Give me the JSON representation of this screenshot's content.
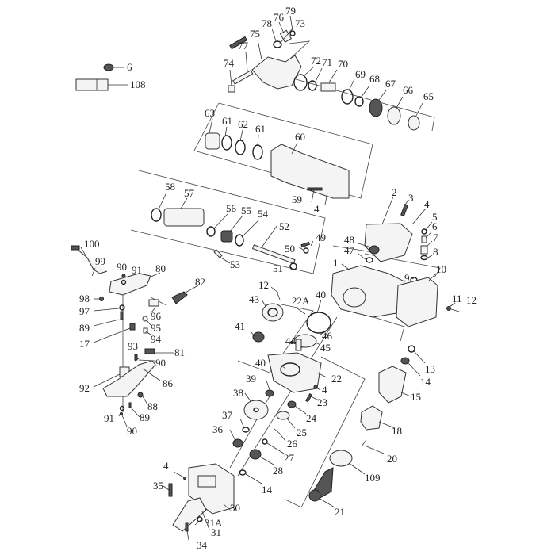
{
  "diagram": {
    "title": "Demolition Hammer Exploded Parts Diagram",
    "colors": {
      "line": "#333333",
      "background": "#ffffff",
      "part_fill": "#f4f4f4"
    },
    "groups": [
      {
        "id": "cylinder-head",
        "parts": [
          "73",
          "74",
          "75",
          "76",
          "77",
          "78",
          "79"
        ]
      },
      {
        "id": "tool-holder",
        "parts": [
          "65",
          "66",
          "67",
          "68",
          "69",
          "70",
          "71",
          "72"
        ]
      },
      {
        "id": "cylinder-housing",
        "parts": [
          "59",
          "60",
          "61",
          "62",
          "63"
        ]
      },
      {
        "id": "piston-assembly",
        "parts": [
          "50",
          "51",
          "52",
          "53",
          "54",
          "55",
          "56",
          "57",
          "58"
        ]
      },
      {
        "id": "gearbox",
        "parts": [
          "1",
          "2",
          "3",
          "4",
          "5",
          "6",
          "7",
          "8",
          "9",
          "10",
          "11",
          "12",
          "47",
          "48"
        ]
      },
      {
        "id": "gear-train",
        "parts": [
          "12",
          "22A",
          "40",
          "41",
          "43",
          "44",
          "45",
          "46"
        ]
      },
      {
        "id": "switch-handle",
        "parts": [
          "17",
          "80",
          "82",
          "89",
          "90",
          "91",
          "94",
          "95",
          "96",
          "97",
          "98",
          "99",
          "100"
        ]
      },
      {
        "id": "rear-handle",
        "parts": [
          "81",
          "86",
          "88",
          "89",
          "90",
          "91",
          "92",
          "93"
        ]
      },
      {
        "id": "motor",
        "parts": [
          "13",
          "14",
          "15",
          "18",
          "20",
          "21",
          "109"
        ]
      },
      {
        "id": "middle-cover",
        "parts": [
          "4",
          "22",
          "23",
          "24",
          "25",
          "26",
          "27",
          "28",
          "36",
          "37",
          "38",
          "39",
          "40"
        ]
      },
      {
        "id": "side-handle",
        "parts": [
          "4",
          "14",
          "30",
          "31",
          "31A",
          "34",
          "35"
        ]
      }
    ],
    "labels": [
      {
        "id": "l79",
        "text": "79"
      },
      {
        "id": "l76",
        "text": "76"
      },
      {
        "id": "l78",
        "text": "78"
      },
      {
        "id": "l73",
        "text": "73"
      },
      {
        "id": "l75",
        "text": "75"
      },
      {
        "id": "l77",
        "text": "77"
      },
      {
        "id": "l74",
        "text": "74"
      },
      {
        "id": "l72",
        "text": "72"
      },
      {
        "id": "l71",
        "text": "71"
      },
      {
        "id": "l70",
        "text": "70"
      },
      {
        "id": "l69",
        "text": "69"
      },
      {
        "id": "l68",
        "text": "68"
      },
      {
        "id": "l67",
        "text": "67"
      },
      {
        "id": "l66",
        "text": "66"
      },
      {
        "id": "l65",
        "text": "65"
      },
      {
        "id": "l6a",
        "text": "6"
      },
      {
        "id": "l108",
        "text": "108"
      },
      {
        "id": "l63",
        "text": "63"
      },
      {
        "id": "l61a",
        "text": "61"
      },
      {
        "id": "l62",
        "text": "62"
      },
      {
        "id": "l61b",
        "text": "61"
      },
      {
        "id": "l60",
        "text": "60"
      },
      {
        "id": "l59",
        "text": "59"
      },
      {
        "id": "l4a",
        "text": "4"
      },
      {
        "id": "l58",
        "text": "58"
      },
      {
        "id": "l57",
        "text": "57"
      },
      {
        "id": "l56",
        "text": "56"
      },
      {
        "id": "l55",
        "text": "55"
      },
      {
        "id": "l54",
        "text": "54"
      },
      {
        "id": "l52",
        "text": "52"
      },
      {
        "id": "l53",
        "text": "53"
      },
      {
        "id": "l50",
        "text": "50"
      },
      {
        "id": "l49",
        "text": "49"
      },
      {
        "id": "l51",
        "text": "51"
      },
      {
        "id": "l2",
        "text": "2"
      },
      {
        "id": "l3",
        "text": "3"
      },
      {
        "id": "l4b",
        "text": "4"
      },
      {
        "id": "l5",
        "text": "5"
      },
      {
        "id": "l6b",
        "text": "6"
      },
      {
        "id": "l7",
        "text": "7"
      },
      {
        "id": "l8",
        "text": "8"
      },
      {
        "id": "l48",
        "text": "48"
      },
      {
        "id": "l47",
        "text": "47"
      },
      {
        "id": "l1",
        "text": "1"
      },
      {
        "id": "l9",
        "text": "9"
      },
      {
        "id": "l10",
        "text": "10"
      },
      {
        "id": "l11",
        "text": "11"
      },
      {
        "id": "l12a",
        "text": "12"
      },
      {
        "id": "l100",
        "text": "100"
      },
      {
        "id": "l99",
        "text": "99"
      },
      {
        "id": "l90a",
        "text": "90"
      },
      {
        "id": "l91a",
        "text": "91"
      },
      {
        "id": "l80",
        "text": "80"
      },
      {
        "id": "l82",
        "text": "82"
      },
      {
        "id": "l98",
        "text": "98"
      },
      {
        "id": "l97",
        "text": "97"
      },
      {
        "id": "l96",
        "text": "96"
      },
      {
        "id": "l95",
        "text": "95"
      },
      {
        "id": "l89a",
        "text": "89"
      },
      {
        "id": "l94",
        "text": "94"
      },
      {
        "id": "l17",
        "text": "17"
      },
      {
        "id": "l93",
        "text": "93"
      },
      {
        "id": "l81",
        "text": "81"
      },
      {
        "id": "l90b",
        "text": "90"
      },
      {
        "id": "l86",
        "text": "86"
      },
      {
        "id": "l92",
        "text": "92"
      },
      {
        "id": "l88",
        "text": "88"
      },
      {
        "id": "l89b",
        "text": "89"
      },
      {
        "id": "l91b",
        "text": "91"
      },
      {
        "id": "l90c",
        "text": "90"
      },
      {
        "id": "l12b",
        "text": "12"
      },
      {
        "id": "l43",
        "text": "43"
      },
      {
        "id": "l22A",
        "text": "22A"
      },
      {
        "id": "l40a",
        "text": "40"
      },
      {
        "id": "l41",
        "text": "41"
      },
      {
        "id": "l46",
        "text": "46"
      },
      {
        "id": "l44",
        "text": "44"
      },
      {
        "id": "l45",
        "text": "45"
      },
      {
        "id": "l40b",
        "text": "40"
      },
      {
        "id": "l22",
        "text": "22"
      },
      {
        "id": "l39",
        "text": "39"
      },
      {
        "id": "l4c",
        "text": "4"
      },
      {
        "id": "l23",
        "text": "23"
      },
      {
        "id": "l38",
        "text": "38"
      },
      {
        "id": "l24",
        "text": "24"
      },
      {
        "id": "l37",
        "text": "37"
      },
      {
        "id": "l25",
        "text": "25"
      },
      {
        "id": "l36",
        "text": "36"
      },
      {
        "id": "l26",
        "text": "26"
      },
      {
        "id": "l27",
        "text": "27"
      },
      {
        "id": "l28",
        "text": "28"
      },
      {
        "id": "l14a",
        "text": "14"
      },
      {
        "id": "l13",
        "text": "13"
      },
      {
        "id": "l14b",
        "text": "14"
      },
      {
        "id": "l15",
        "text": "15"
      },
      {
        "id": "l18",
        "text": "18"
      },
      {
        "id": "l20",
        "text": "20"
      },
      {
        "id": "l109",
        "text": "109"
      },
      {
        "id": "l21",
        "text": "21"
      },
      {
        "id": "l4d",
        "text": "4"
      },
      {
        "id": "l35",
        "text": "35"
      },
      {
        "id": "l30",
        "text": "30"
      },
      {
        "id": "l31A",
        "text": "31A"
      },
      {
        "id": "l31",
        "text": "31"
      },
      {
        "id": "l34",
        "text": "34"
      }
    ]
  }
}
